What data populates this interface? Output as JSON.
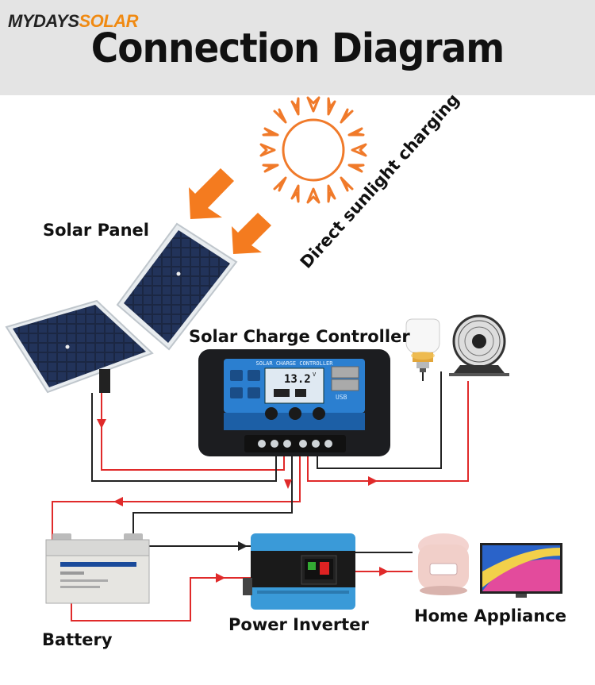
{
  "header": {
    "brand_left": "MYDAYS",
    "brand_right": "SOLAR",
    "title": "Connection Diagram"
  },
  "labels": {
    "solar_panel": "Solar Panel",
    "sun_caption": "Direct sunlight charging",
    "controller": "Solar Charge Controller",
    "battery": "Battery",
    "inverter": "Power Inverter",
    "home_appliance": "Home Appliance"
  },
  "controller_screen": {
    "header": "SOLAR CHARGE CONTROLLER",
    "voltage": "13.2",
    "unit": "V",
    "usb": "USB"
  },
  "colors": {
    "header_bg": "#e4e4e4",
    "brand_accent": "#f08a12",
    "wire_positive": "#e02a2a",
    "wire_negative": "#222222",
    "sun": "#f07a2a",
    "controller_panel": "#2b7fd0",
    "inverter_body": "#3a9ad8"
  }
}
